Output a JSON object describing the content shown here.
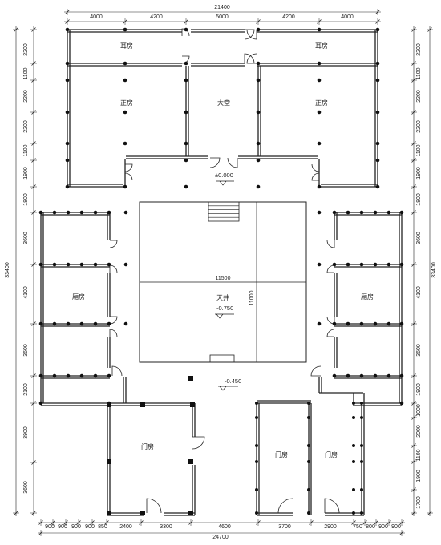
{
  "dimensions": {
    "top_total": "21400",
    "top_segments": [
      "4000",
      "4200",
      "5000",
      "4200",
      "4000"
    ],
    "bottom_total": "24700",
    "bottom_segments": [
      "900",
      "900",
      "900",
      "900",
      "850",
      "2400",
      "3300",
      "4600",
      "3700",
      "2900",
      "750",
      "800",
      "900",
      "900"
    ],
    "left_total": "33400",
    "left_segments": [
      "2200",
      "1100",
      "2200",
      "2200",
      "1100",
      "1900",
      "1800",
      "3600",
      "4100",
      "3600",
      "2100",
      "3900",
      "3600"
    ],
    "right_total": "33400",
    "right_segments": [
      "2200",
      "1100",
      "2200",
      "2200",
      "1100",
      "1900",
      "1800",
      "3600",
      "4100",
      "3600",
      "1900",
      "1000",
      "2000",
      "1100",
      "1900",
      "1700"
    ],
    "courtyard_width": "11500",
    "courtyard_depth": "11000"
  },
  "rooms": {
    "ear_left": "耳房",
    "ear_right": "耳房",
    "main_left": "正房",
    "hall": "大堂",
    "main_right": "正房",
    "wing_left": "厢房",
    "wing_right": "厢房",
    "courtyard": "天井",
    "gate_left": "门房",
    "gate_mid": "门房",
    "gate_right": "门房"
  },
  "elevations": {
    "hall_floor": "±0.000",
    "courtyard": "-0.750",
    "yard": "-0.450"
  }
}
